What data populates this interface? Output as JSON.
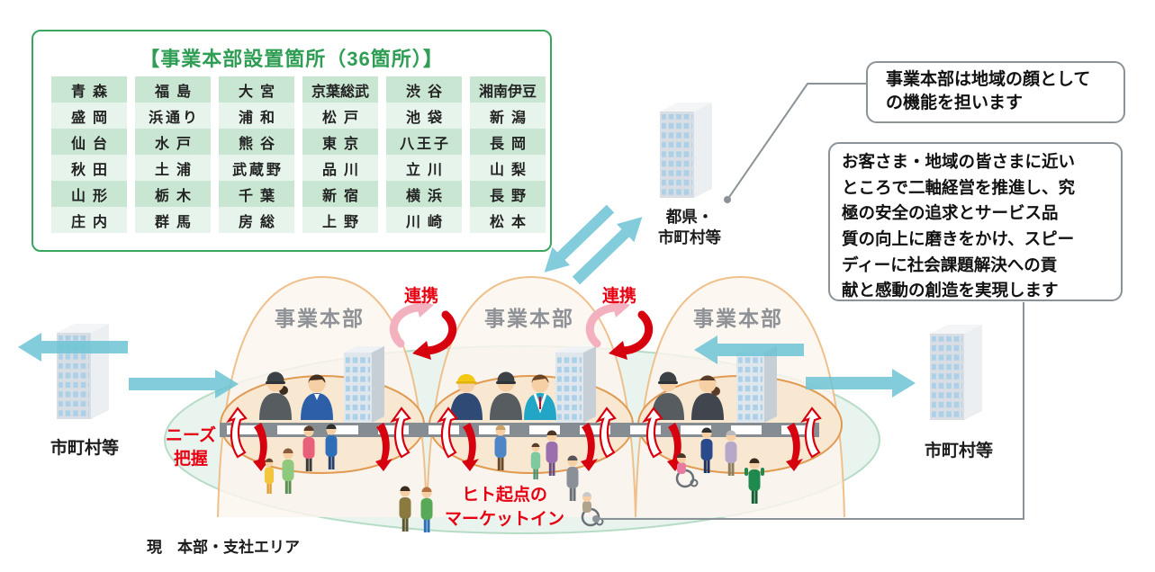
{
  "table": {
    "title": "【事業本部設置箇所（36箇所）】",
    "rows": [
      [
        "青森",
        "福島",
        "大宮",
        "京葉総武",
        "渋谷",
        "湘南伊豆"
      ],
      [
        "盛岡",
        "浜通り",
        "浦和",
        "松戸",
        "池袋",
        "新潟"
      ],
      [
        "仙台",
        "水戸",
        "熊谷",
        "東京",
        "八王子",
        "長岡"
      ],
      [
        "秋田",
        "土浦",
        "武蔵野",
        "品川",
        "立川",
        "山梨"
      ],
      [
        "山形",
        "栃木",
        "千葉",
        "新宿",
        "横浜",
        "長野"
      ],
      [
        "庄内",
        "群馬",
        "房総",
        "上野",
        "川崎",
        "松本"
      ]
    ]
  },
  "callouts": {
    "role_note": "事業本部は地域の顔として\nの機能を担います",
    "mission_note": "お客さま・地域の皆さまに近い\nところで二軸経営を推進し、究\n極の安全の追求とサービス品\n質の向上に磨きをかけ、スピー\nディーに社会課題解決への貢\n献と感動の創造を実現します"
  },
  "diagram": {
    "dome_label": "事業本部",
    "link_label": "連携",
    "needs_label": "ニーズ\n把握",
    "market_label": "ヒト起点の\nマーケットイン",
    "prefecture_label": "都県・\n市町村等",
    "municipality_left_label": "市町村等",
    "municipality_right_label": "市町村等",
    "area_label": "現　本部・支社エリア"
  },
  "colors": {
    "green_accent": "#2f9e54",
    "table_cell_dark": "#c9e6d2",
    "table_cell_light": "#e7f4eb",
    "red_accent": "#e60012",
    "teal_arrow": "#6cc3d5",
    "dome_stroke": "#efc08c",
    "base_ellipse_stroke": "#e09a52",
    "ground_fill": "#e9f4ee",
    "callout_border": "#8b9399"
  }
}
